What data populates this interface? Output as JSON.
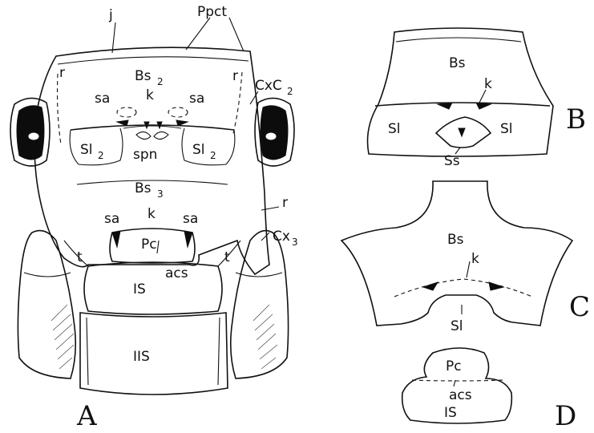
{
  "figure": {
    "panels": [
      "A",
      "B",
      "C",
      "D"
    ],
    "labels_A": {
      "j": "j",
      "ppct": "Ppct",
      "bs2": "Bs",
      "bs2_sub": "2",
      "r": "r",
      "sa": "sa",
      "k": "k",
      "cxc2": "CxC",
      "cxc2_sub": "2",
      "sl2": "Sl",
      "sl2_sub": "2",
      "spn": "spn",
      "bs3": "Bs",
      "bs3_sub": "3",
      "cx3": "Cx",
      "cx3_sub": "3",
      "pc": "Pc",
      "t": "t",
      "acs": "acs",
      "is": "IS",
      "iis": "IIS"
    },
    "labels_B": {
      "bs": "Bs",
      "k": "k",
      "sl": "Sl",
      "ss": "Ss"
    },
    "labels_C": {
      "bs": "Bs",
      "k": "k",
      "sl": "Sl"
    },
    "labels_D": {
      "pc": "Pc",
      "acs": "acs",
      "is": "IS"
    }
  }
}
